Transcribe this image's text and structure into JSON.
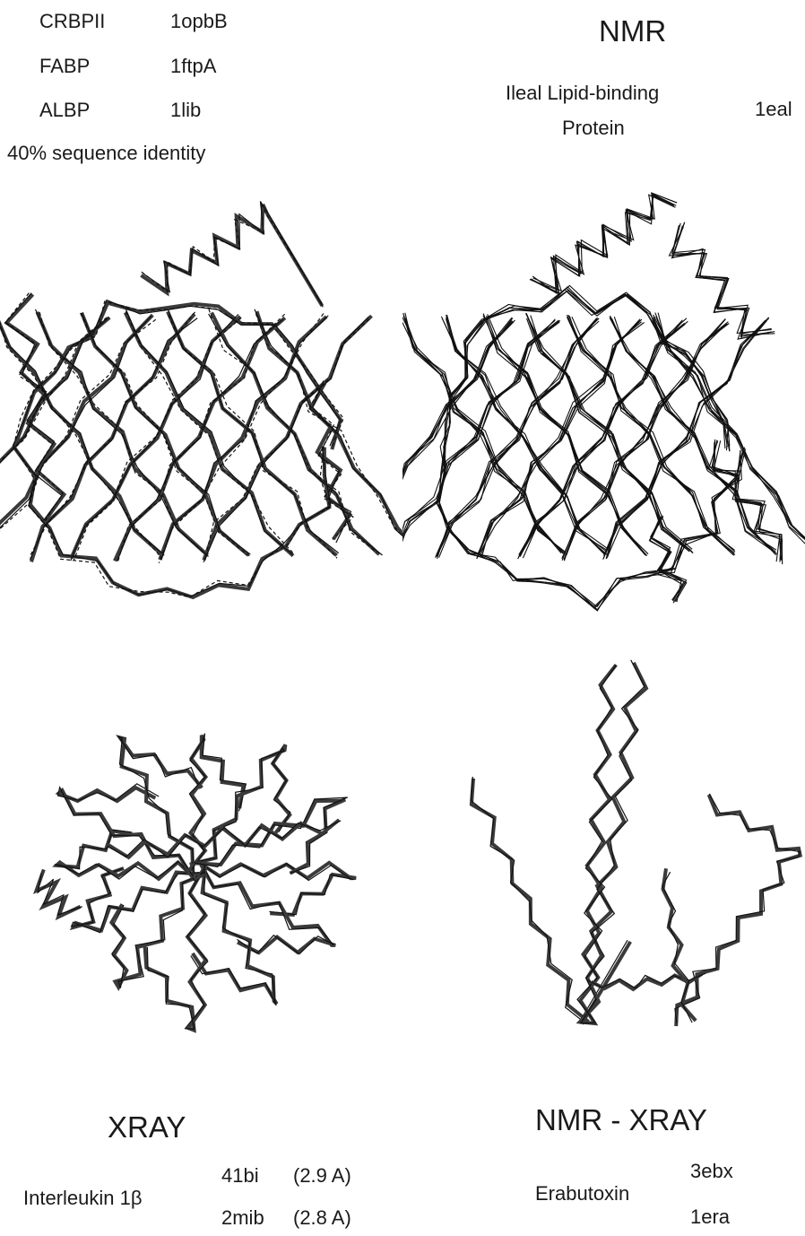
{
  "top_left": {
    "rows": [
      {
        "name": "CRBPII",
        "code": "1opbB"
      },
      {
        "name": "FABP",
        "code": "1ftpA"
      },
      {
        "name": "ALBP",
        "code": "1lib"
      }
    ],
    "identity_note": "40% sequence identity"
  },
  "top_right": {
    "method": "NMR",
    "protein_line1": "Ileal Lipid-binding",
    "protein_line2": "Protein",
    "code": "1eal"
  },
  "bottom_left": {
    "method": "XRAY",
    "protein": "Interleukin 1β",
    "entries": [
      {
        "code": "41bi",
        "resolution": "(2.9 A)"
      },
      {
        "code": "2mib",
        "resolution": "(2.8 A)"
      }
    ]
  },
  "bottom_right": {
    "method": "NMR - XRAY",
    "protein": "Erabutoxin",
    "codes": [
      "3ebx",
      "1era"
    ]
  },
  "colors": {
    "thick_trace": "#3a3a3a",
    "thin_trace": "#111111",
    "text": "#1a1a1a"
  }
}
